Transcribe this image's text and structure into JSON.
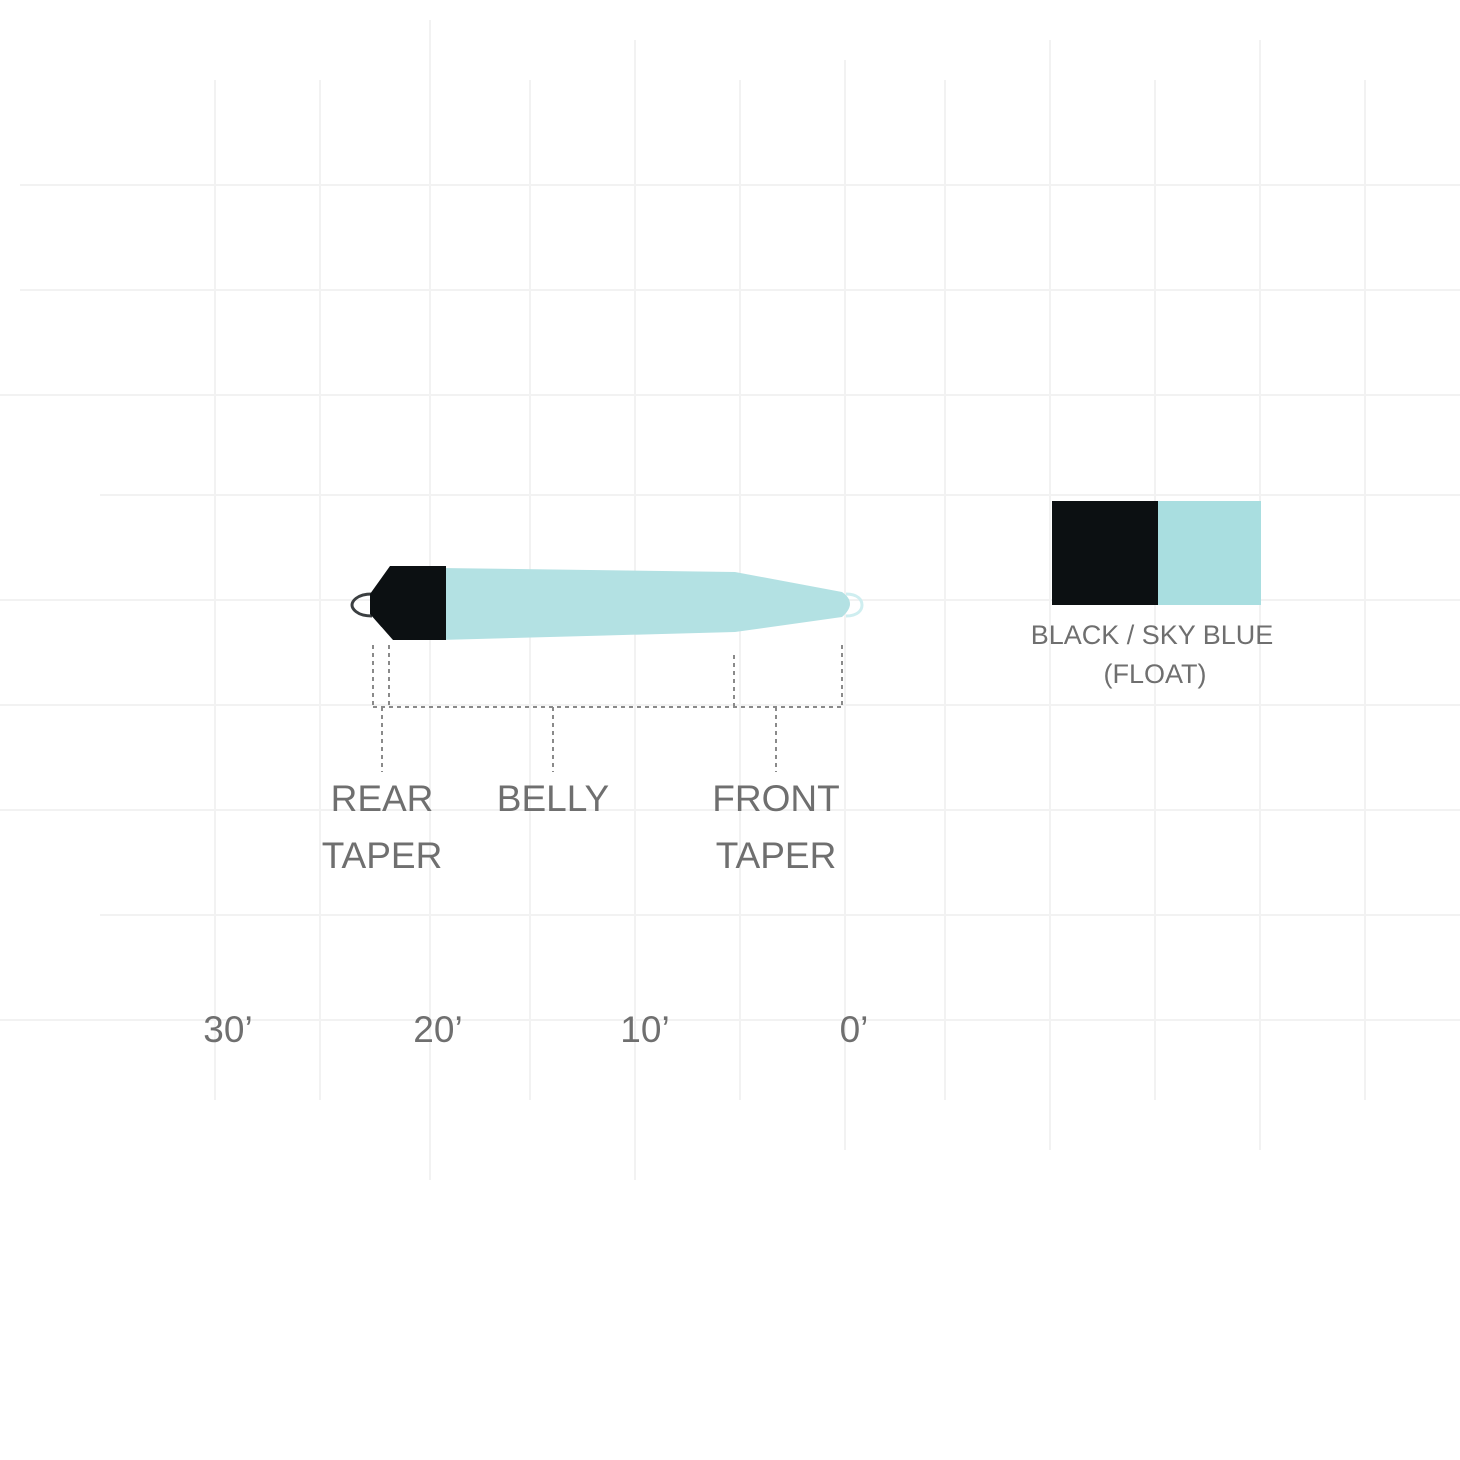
{
  "colors": {
    "head": "#0c1012",
    "running_line": "#b3e1e3",
    "swatch_left": "#0c1012",
    "swatch_right": "#a9dee0",
    "label_text": "#6f6f6f"
  },
  "segments": {
    "rear_taper": {
      "line1": "REAR",
      "line2": "TAPER"
    },
    "belly": {
      "line1": "BELLY"
    },
    "front_taper": {
      "line1": "FRONT",
      "line2": "TAPER"
    }
  },
  "axis": {
    "ticks": [
      "30’",
      "20’",
      "10’",
      "0’"
    ]
  },
  "color_swatch": {
    "line1": "BLACK / SKY BLUE",
    "line2": "(FLOAT)"
  }
}
